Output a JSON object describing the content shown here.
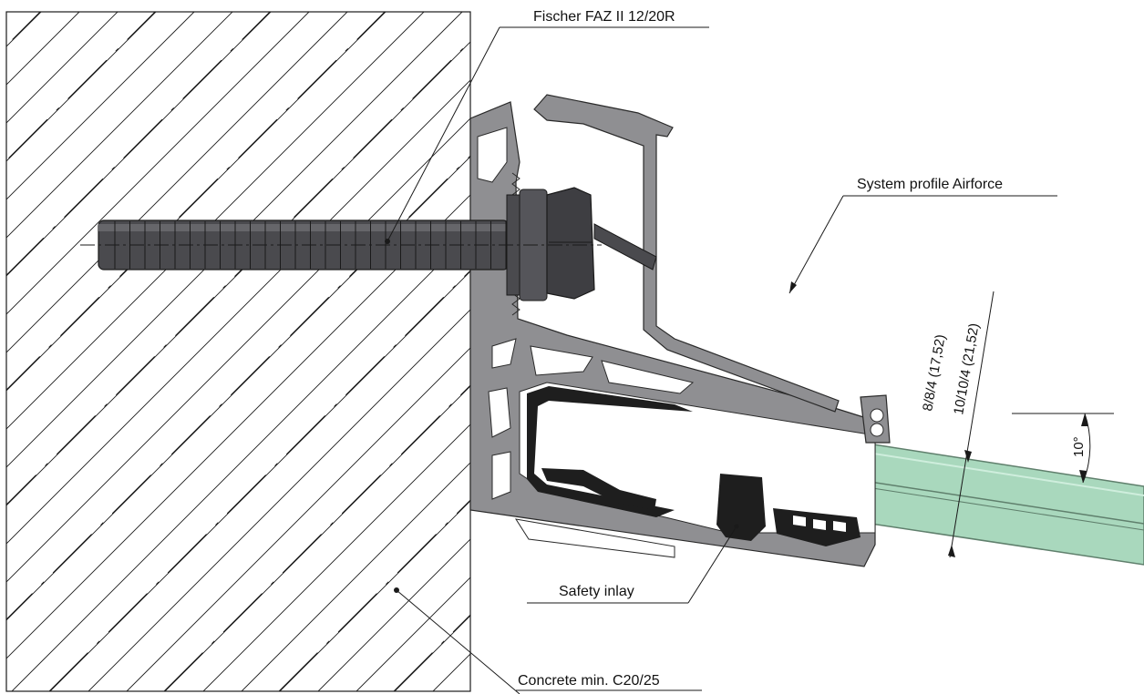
{
  "labels": {
    "anchor": "Fischer FAZ II 12/20R",
    "profile": "System profile Airforce",
    "inlay": "Safety inlay",
    "concrete": "Concrete min. C20/25",
    "angle": "10°",
    "glass_1": "8/8/4  (17,52)",
    "glass_2": "10/10/4  (21,52)"
  },
  "colors": {
    "aluminium": "#8f8f92",
    "aluminium_dark": "#6e6e72",
    "glass": "#a9d8bd",
    "glass_edge": "#5f7f6c",
    "rubber": "#1e1e1e",
    "bolt": "#4a4a4e",
    "line": "#1a1a1a"
  }
}
